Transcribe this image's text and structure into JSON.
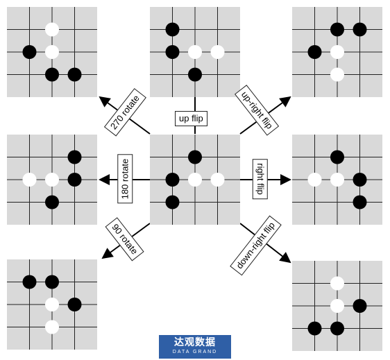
{
  "boards": {
    "center": {
      "black": [
        [
          2,
          1
        ],
        [
          1,
          2
        ],
        [
          1,
          3
        ]
      ],
      "white": [
        [
          2,
          2
        ],
        [
          3,
          2
        ]
      ]
    },
    "up_flip": {
      "black": [
        [
          1,
          1
        ],
        [
          1,
          2
        ],
        [
          2,
          3
        ]
      ],
      "white": [
        [
          2,
          2
        ],
        [
          3,
          2
        ]
      ]
    },
    "rotate_270": {
      "black": [
        [
          1,
          2
        ],
        [
          2,
          3
        ],
        [
          3,
          3
        ]
      ],
      "white": [
        [
          2,
          1
        ],
        [
          2,
          2
        ]
      ]
    },
    "up_right_flip": {
      "black": [
        [
          2,
          1
        ],
        [
          3,
          1
        ],
        [
          1,
          2
        ]
      ],
      "white": [
        [
          2,
          2
        ],
        [
          2,
          3
        ]
      ]
    },
    "rotate_180": {
      "black": [
        [
          3,
          1
        ],
        [
          3,
          2
        ],
        [
          2,
          3
        ]
      ],
      "white": [
        [
          1,
          2
        ],
        [
          2,
          2
        ]
      ]
    },
    "right_flip": {
      "black": [
        [
          2,
          1
        ],
        [
          3,
          2
        ],
        [
          3,
          3
        ]
      ],
      "white": [
        [
          1,
          2
        ],
        [
          2,
          2
        ]
      ]
    },
    "rotate_90": {
      "black": [
        [
          1,
          1
        ],
        [
          2,
          1
        ],
        [
          3,
          2
        ]
      ],
      "white": [
        [
          2,
          2
        ],
        [
          2,
          3
        ]
      ]
    },
    "down_right_flip": {
      "black": [
        [
          3,
          2
        ],
        [
          1,
          3
        ],
        [
          2,
          3
        ]
      ],
      "white": [
        [
          2,
          1
        ],
        [
          2,
          2
        ]
      ]
    }
  },
  "labels": {
    "up_flip": "up flip",
    "rotate_270": "270 rotate",
    "up_right_flip": "up-right flip",
    "rotate_180": "180 rotate",
    "right_flip": "right flip",
    "rotate_90": "90 rotate",
    "down_right_flip": "down-right flip"
  },
  "logo": {
    "cn": "达观数据",
    "en": "DATA GRAND"
  },
  "colors": {
    "board": "#d9d9d9",
    "grid": "#222222",
    "black_stone": "#000000",
    "white_stone": "#ffffff",
    "logo_bg": "#2f5fa6"
  }
}
